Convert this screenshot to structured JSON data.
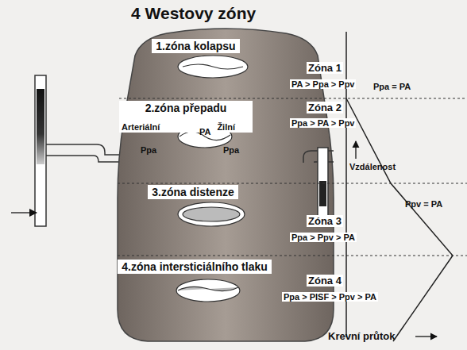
{
  "diagram": {
    "title": "4 Westovy zóny",
    "nodes": [
      {
        "text": [
          "1.zóna kolapsu"
        ]
      },
      {
        "text": [
          "2.zóna přepadu",
          "Arteriální",
          "Žilní"
        ]
      },
      {
        "text": [
          "3.zóna distenze"
        ]
      },
      {
        "text": [
          "4.zóna intersticiálního tlaku"
        ]
      }
    ],
    "labels": [
      "Zóna 1",
      "PA > Ppa > Ppv",
      "Zóna 2",
      "Ppa > PA > Ppv",
      "Zóna 3",
      "Ppa > Ppv > PA",
      "Zóna 4",
      "Ppa > PISF > Ppv > PA",
      "Ppa = PA",
      "Ppv = PA",
      "Vzdálenost",
      "Krevní průtok",
      "Ppa",
      "PA",
      "Ppa"
    ]
  }
}
